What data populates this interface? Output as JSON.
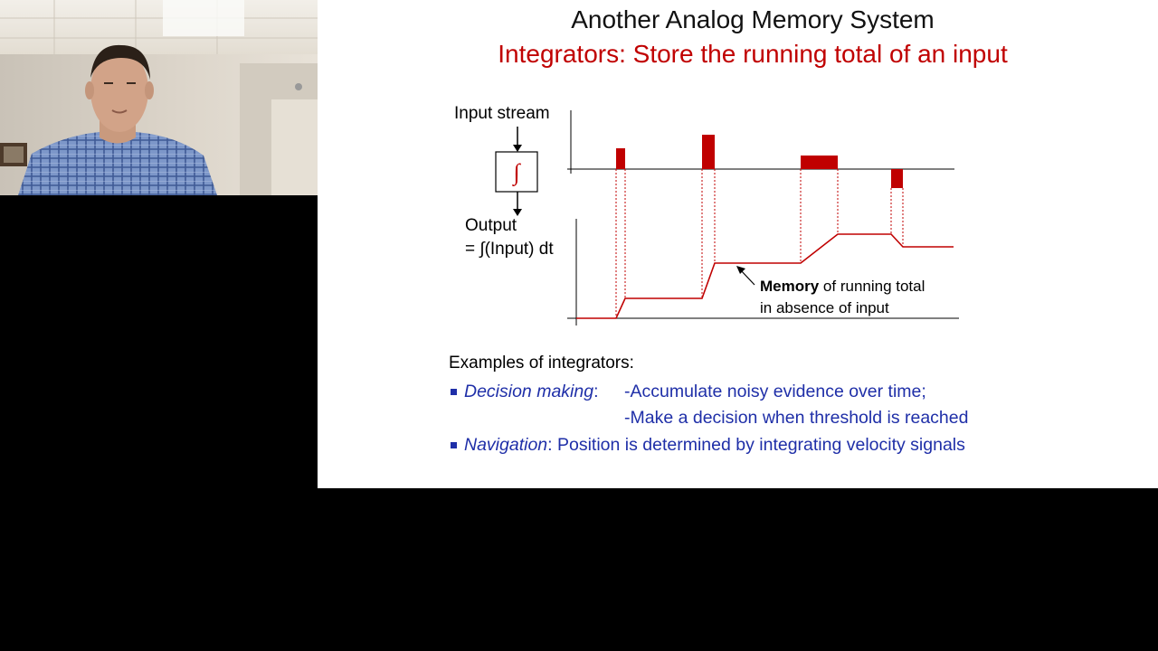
{
  "slide": {
    "title": "Another Analog Memory System",
    "subtitle": "Integrators: Store the running total of an input"
  },
  "diagram": {
    "input_label": "Input stream",
    "integrator_symbol": "∫",
    "output_label": "Output",
    "output_formula": "= ∫(Input) dt",
    "memory_bold": "Memory",
    "memory_rest": "of running total",
    "memory_line2": "in absence of input",
    "accent_color": "#c00000"
  },
  "examples": {
    "heading": "Examples of integrators:",
    "items": [
      {
        "term": "Decision making",
        "sep": ":",
        "lines": [
          "-Accumulate noisy evidence over time;",
          "-Make a decision when threshold is reached"
        ]
      },
      {
        "term": "Navigation",
        "sep": ":",
        "lines": [
          "Position is determined by integrating velocity signals"
        ]
      }
    ]
  }
}
